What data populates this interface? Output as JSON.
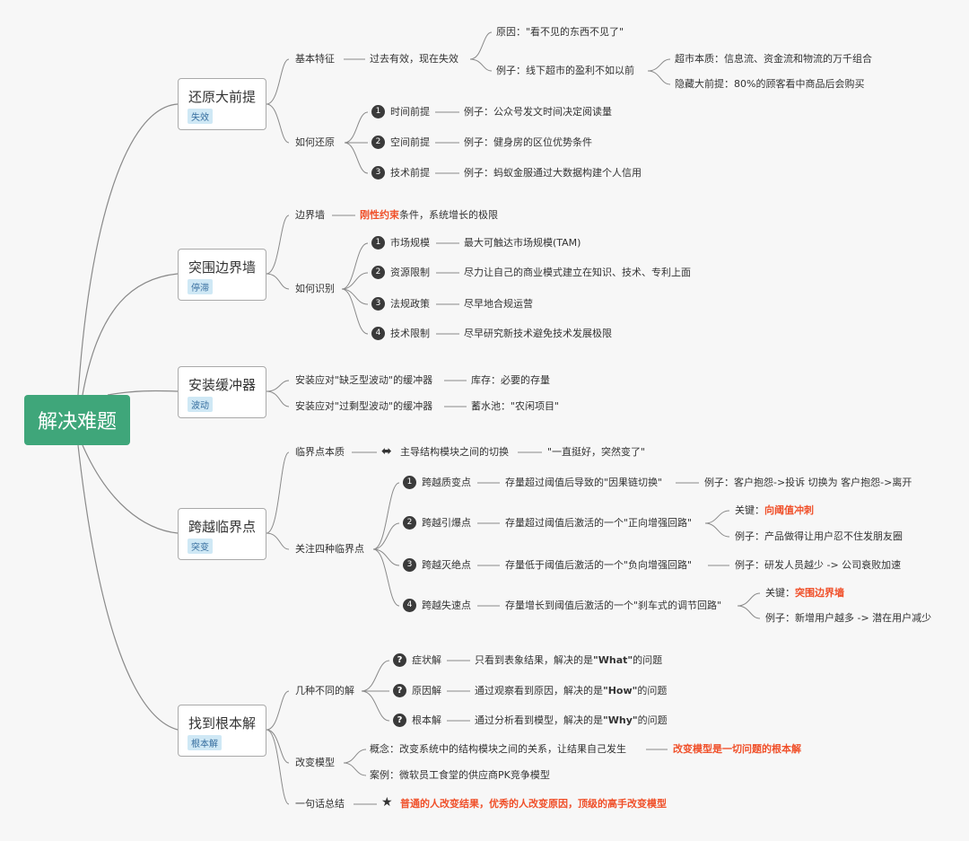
{
  "root": "解决难题",
  "b1": {
    "title": "还原大前提",
    "tag": "失效",
    "basic": "基本特征",
    "basic_desc": "过去有效，现在失效",
    "cause": "原因：\"看不见的东西不见了\"",
    "example": "例子：线下超市的盈利不如以前",
    "ex_sub1": "超市本质：信息流、资金流和物流的万千组合",
    "ex_sub2": "隐藏大前提：80%的顾客看中商品后会购买",
    "how": "如何还原",
    "items": [
      {
        "num": "1",
        "label": "时间前提",
        "desc": "例子：公众号发文时间决定阅读量"
      },
      {
        "num": "2",
        "label": "空间前提",
        "desc": "例子：健身房的区位优势条件"
      },
      {
        "num": "3",
        "label": "技术前提",
        "desc": "例子：蚂蚁金服通过大数据构建个人信用"
      }
    ]
  },
  "b2": {
    "title": "突围边界墙",
    "tag": "停滞",
    "wall": "边界墙",
    "wall_hl": "刚性约束",
    "wall_desc": "条件，系统增长的极限",
    "identify": "如何识别",
    "items": [
      {
        "num": "1",
        "label": "市场规模",
        "desc": "最大可触达市场规模(TAM)"
      },
      {
        "num": "2",
        "label": "资源限制",
        "desc": "尽力让自己的商业模式建立在知识、技术、专利上面"
      },
      {
        "num": "3",
        "label": "法规政策",
        "desc": "尽早地合规运营"
      },
      {
        "num": "4",
        "label": "技术限制",
        "desc": "尽早研究新技术避免技术发展极限"
      }
    ]
  },
  "b3": {
    "title": "安装缓冲器",
    "tag": "波动",
    "r1": "安装应对\"缺乏型波动\"的缓冲器",
    "r1_desc": "库存：必要的存量",
    "r2": "安装应对\"过剩型波动\"的缓冲器",
    "r2_desc": "蓄水池：\"农闲项目\""
  },
  "b4": {
    "title": "跨越临界点",
    "tag": "突变",
    "essence": "临界点本质",
    "essence_desc": "主导结构模块之间的切换",
    "essence_quote": "\"一直挺好，突然变了\"",
    "focus": "关注四种临界点",
    "p1": {
      "num": "1",
      "label": "跨越质变点",
      "desc": "存量超过阈值后导致的\"因果链切换\"",
      "ex": "例子：客户抱怨->投诉 切换为 客户抱怨->离开"
    },
    "p2": {
      "num": "2",
      "label": "跨越引爆点",
      "desc": "存量超过阈值后激活的一个\"正向增强回路\"",
      "key": "关键：",
      "key_hl": "向阈值冲刺",
      "ex": "例子：产品做得让用户忍不住发朋友圈"
    },
    "p3": {
      "num": "3",
      "label": "跨越灭绝点",
      "desc": "存量低于阈值后激活的一个\"负向增强回路\"",
      "ex": "例子：研发人员越少 -> 公司衰败加速"
    },
    "p4": {
      "num": "4",
      "label": "跨越失速点",
      "desc": "存量增长到阈值后激活的一个\"刹车式的调节回路\"",
      "key": "关键：",
      "key_hl": "突围边界墙",
      "ex": "例子：新增用户越多 -> 潜在用户减少"
    }
  },
  "b5": {
    "title": "找到根本解",
    "tag": "根本解",
    "solutions": "几种不同的解",
    "s1": {
      "label": "症状解",
      "pre": "只看到表象结果，解决的是",
      "bold": "\"What\"",
      "post": "的问题"
    },
    "s2": {
      "label": "原因解",
      "pre": "通过观察看到原因，解决的是",
      "bold": "\"How\"",
      "post": "的问题"
    },
    "s3": {
      "label": "根本解",
      "pre": "通过分析看到模型，解决的是",
      "bold": "\"Why\"",
      "post": "的问题"
    },
    "model": "改变模型",
    "concept": "概念：改变系统中的结构模块之间的关系，让结果自己发生",
    "concept_hl": "改变模型是一切问题的根本解",
    "case": "案例：微软员工食堂的供应商PK竞争模型",
    "summary": "一句话总结",
    "summary_hl": "普通的人改变结果，优秀的人改变原因，顶级的高手改变模型"
  },
  "colors": {
    "root": "#3fa67a",
    "highlight": "#f0502a",
    "tag_bg": "#cfe8f5",
    "line": "#888888"
  }
}
